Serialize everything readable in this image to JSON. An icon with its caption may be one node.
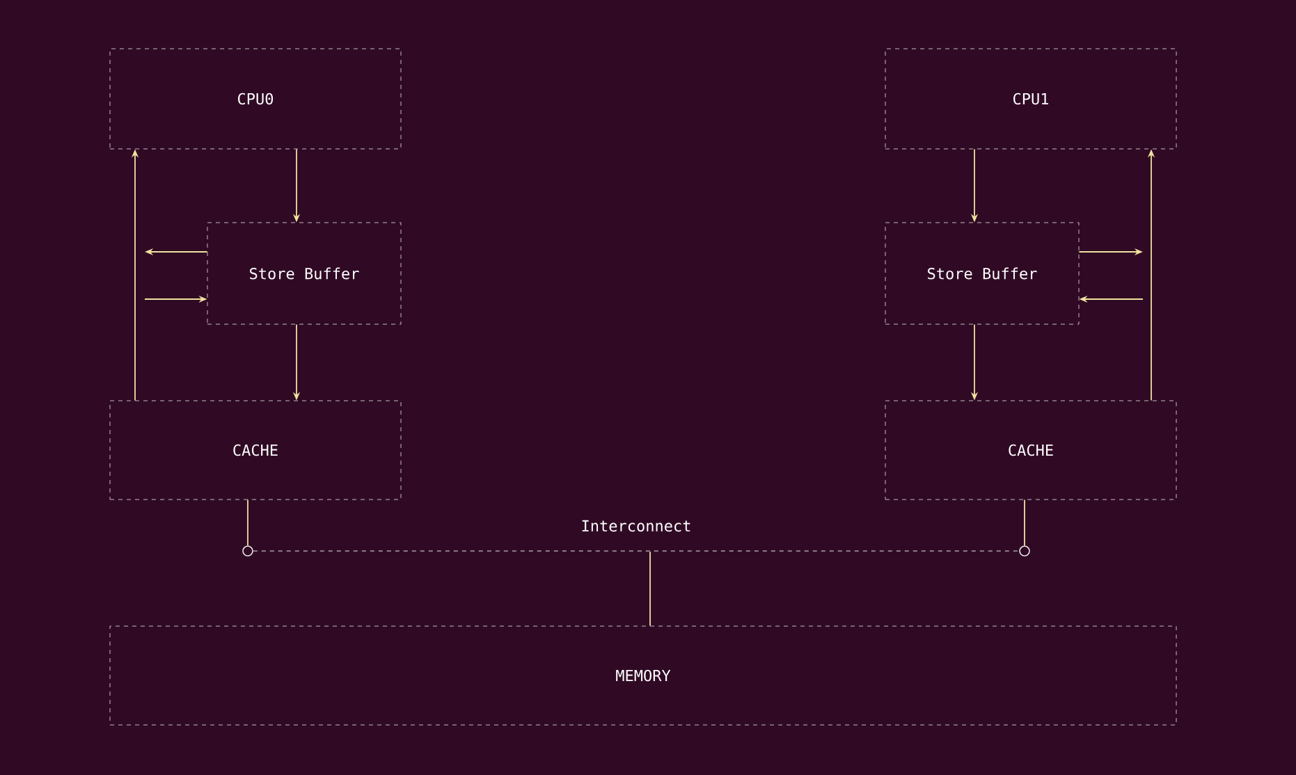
{
  "diagram": {
    "nodes": [
      {
        "text": [
          "CPU0"
        ]
      },
      {
        "text": [
          "Store Buffer"
        ]
      },
      {
        "text": [
          "CACHE"
        ]
      },
      {
        "text": [
          "CPU1"
        ]
      },
      {
        "text": [
          "Store Buffer"
        ]
      },
      {
        "text": [
          "CACHE"
        ]
      },
      {
        "text": [],
        "shape": "circle"
      },
      {
        "text": [],
        "shape": "circle"
      },
      {
        "text": [
          "MEMORY"
        ]
      }
    ],
    "edges": [
      {
        "from": 0,
        "to": 1,
        "arrow": "to"
      },
      {
        "from": 1,
        "to": 2,
        "arrow": "to"
      },
      {
        "from": 2,
        "to": 0,
        "arrow": "to"
      },
      {
        "from": 1,
        "to": null,
        "arrow": "to"
      },
      {
        "from": null,
        "to": 1,
        "arrow": "to"
      },
      {
        "from": 3,
        "to": 4,
        "arrow": "to"
      },
      {
        "from": 4,
        "to": 5,
        "arrow": "to"
      },
      {
        "from": 5,
        "to": 3,
        "arrow": "to"
      },
      {
        "from": 4,
        "to": null,
        "arrow": "to"
      },
      {
        "from": null,
        "to": 4,
        "arrow": "to"
      },
      {
        "from": 2,
        "to": 6,
        "arrow": "none"
      },
      {
        "from": 5,
        "to": 7,
        "arrow": "none"
      },
      {
        "from": 6,
        "to": 7,
        "arrow": "none",
        "label": "Interconnect",
        "style": "dashed",
        "color": "#e8e8e8"
      },
      {
        "from": null,
        "to": 8,
        "arrow": "none"
      }
    ]
  }
}
